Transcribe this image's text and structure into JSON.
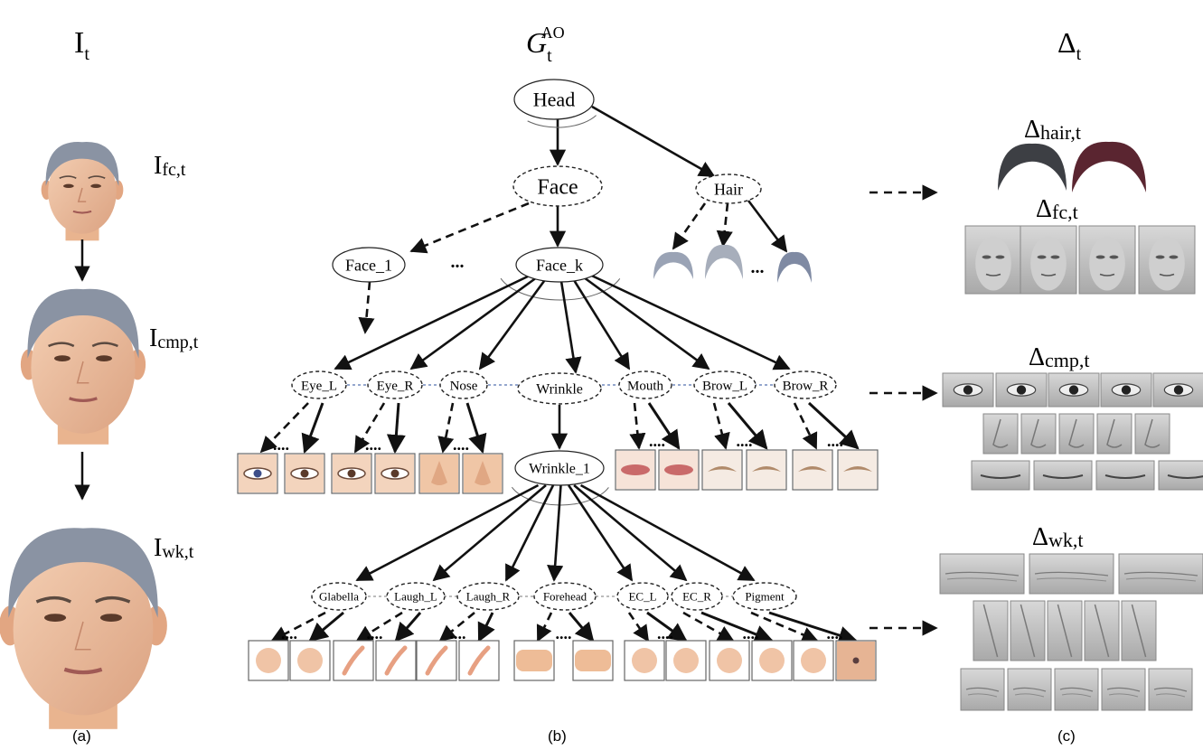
{
  "columns": {
    "a": {
      "heading_main": "I",
      "heading_sub": "t",
      "caption": "(a)"
    },
    "b": {
      "heading_main": "G",
      "heading_sub": "t",
      "heading_sup": "AO",
      "caption": "(b)"
    },
    "c": {
      "heading_main": "Δ",
      "heading_sub": "t",
      "caption": "(c)"
    }
  },
  "faces": [
    {
      "main": "I",
      "sub": "fc,t"
    },
    {
      "main": "I",
      "sub": "cmp,t"
    },
    {
      "main": "I",
      "sub": "wk,t"
    }
  ],
  "dictionaries": [
    {
      "main": "Δ",
      "sub": "hair,t"
    },
    {
      "main": "Δ",
      "sub": "fc,t"
    },
    {
      "main": "Δ",
      "sub": "cmp,t"
    },
    {
      "main": "Δ",
      "sub": "wk,t"
    }
  ],
  "nodes": {
    "head": "Head",
    "face": "Face",
    "hair": "Hair",
    "face_1": "Face_1",
    "face_k": "Face_k",
    "ellipsis": "...",
    "eye_l": "Eye_L",
    "eye_r": "Eye_R",
    "nose": "Nose",
    "wrinkle": "Wrinkle",
    "mouth": "Mouth",
    "brow_l": "Brow_L",
    "brow_r": "Brow_R",
    "wrinkle_1": "Wrinkle_1",
    "glabella": "Glabella",
    "laugh_l": "Laugh_L",
    "laugh_r": "Laugh_R",
    "forehead": "Forehead",
    "ec_l": "EC_L",
    "ec_r": "EC_R",
    "pigment": "Pigment"
  },
  "colors": {
    "skin": "#e9b48f",
    "skin_light": "#f3d4bd",
    "hair": "#8a93a3",
    "hair_dark": "#3d3f44",
    "hair_red": "#5a2530",
    "gray_patch": "#c9c9c9",
    "lips": "#c96a6a",
    "eye": "#5a3a2a",
    "iris_blue": "#3d4f8a",
    "link_blue": "#2b4f9e"
  }
}
